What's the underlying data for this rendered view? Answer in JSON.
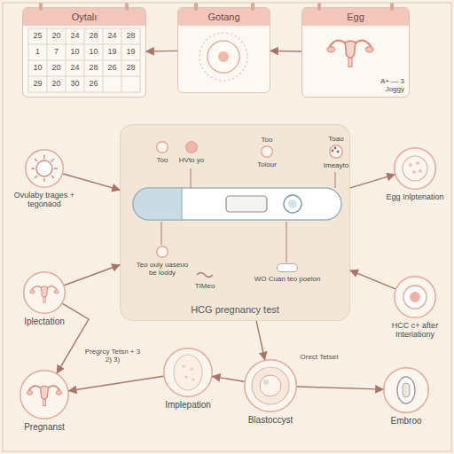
{
  "diagram": {
    "nodes": [
      {
        "text": [
          "Oytalı"
        ]
      },
      {
        "text": [
          "Gotang"
        ]
      },
      {
        "text": [
          "Egg",
          "A+ — 3 Joggy"
        ]
      },
      {
        "text": [
          "Ovulaby trages + tegonaod"
        ]
      },
      {
        "text": [
          "HCG pregnancy test"
        ]
      },
      {
        "text": [
          "Too"
        ],
        "in": 4
      },
      {
        "text": [
          "HVto yo"
        ],
        "in": 4
      },
      {
        "text": [
          "Too",
          "Tolour"
        ],
        "in": 4
      },
      {
        "text": [
          "Toao",
          "Imeayto"
        ],
        "in": 4
      },
      {
        "text": [
          "Teo ouly uaseuo be loddy"
        ],
        "in": 4
      },
      {
        "text": [
          "TIMeo"
        ],
        "in": 4
      },
      {
        "text": [
          "WO Cuan teo poelon"
        ],
        "in": 4
      },
      {
        "text": [
          "Egg Inlptenation"
        ]
      },
      {
        "text": [
          "Iplectation"
        ]
      },
      {
        "text": [
          "HCC c+ after Interiationy"
        ]
      },
      {
        "text": [
          "Pregnanst"
        ]
      },
      {
        "text": [
          "Implepation"
        ]
      },
      {
        "text": [
          "Blastoccyst"
        ]
      },
      {
        "text": [
          "Embroo"
        ]
      }
    ],
    "edges": [
      {
        "from": 1,
        "to": 0,
        "arrow": "to"
      },
      {
        "from": 2,
        "to": 1,
        "arrow": "to"
      },
      {
        "from": 3,
        "to": 4,
        "arrow": "to"
      },
      {
        "from": 4,
        "to": 12,
        "arrow": "to"
      },
      {
        "from": 13,
        "to": 4,
        "arrow": "to"
      },
      {
        "from": 14,
        "to": 4,
        "arrow": "to"
      },
      {
        "from": 13,
        "to": 15,
        "arrow": "to"
      },
      {
        "from": 16,
        "to": 15,
        "arrow": "to"
      },
      {
        "from": 17,
        "to": 16,
        "arrow": "to"
      },
      {
        "from": 4,
        "to": 17,
        "arrow": "to"
      },
      {
        "from": 17,
        "to": 18,
        "arrow": "to"
      }
    ],
    "labels": [
      "25",
      "20",
      "24",
      "28",
      "24",
      "28",
      "1",
      "7",
      "10",
      "10",
      "19",
      "19",
      "10",
      "20",
      "24",
      "28",
      "26",
      "28",
      "29",
      "20",
      "30",
      "26",
      "Pregrcy Tetsn + 3 2) 3)",
      "Orect Tetset"
    ]
  }
}
